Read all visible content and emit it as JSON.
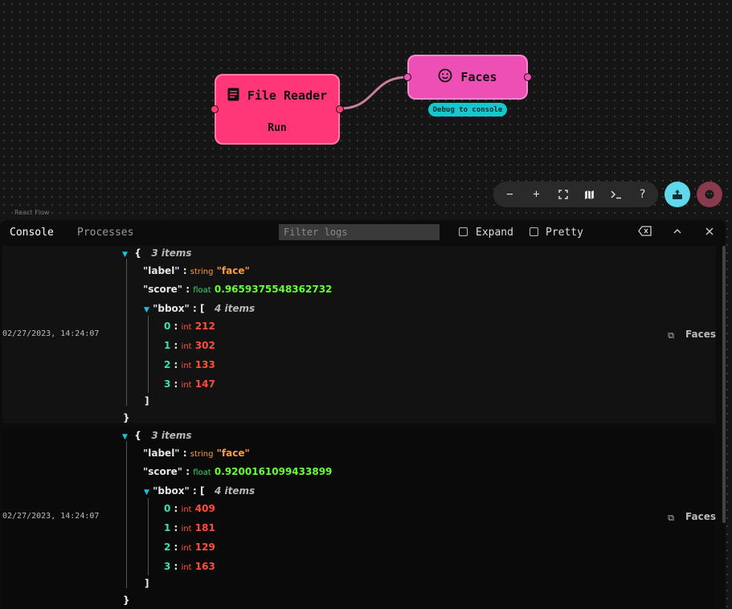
{
  "canvas": {
    "attribution": "React Flow",
    "nodes": {
      "file_reader": {
        "title": "File Reader",
        "action": "Run",
        "icon": "document-icon"
      },
      "faces": {
        "title": "Faces",
        "badge": "Debug to console",
        "icon": "smiley-icon"
      }
    },
    "toolbar": [
      "zoom-out-icon",
      "zoom-in-icon",
      "fit-view-icon",
      "minimap-icon",
      "terminal-icon",
      "help-icon"
    ],
    "colors": {
      "file_reader": "#ff3677",
      "faces": "#ee4fb4",
      "badge": "#14c8cf",
      "share": "#5fd8ec",
      "avatar": "#8a3a4d"
    }
  },
  "console": {
    "tabs": [
      "Console",
      "Processes"
    ],
    "filter_placeholder": "Filter logs",
    "expand_label": "Expand",
    "pretty_label": "Pretty",
    "logs": [
      {
        "timestamp": "02/27/2023, 14:24:07",
        "source": "Faces",
        "item_count": "3 items",
        "label": "\"face\"",
        "score": "0.9659375548362732",
        "bbox_count": "4 items",
        "bbox": [
          "212",
          "302",
          "133",
          "147"
        ]
      },
      {
        "timestamp": "02/27/2023, 14:24:07",
        "source": "Faces",
        "item_count": "3 items",
        "label": "\"face\"",
        "score": "0.9200161099433899",
        "bbox_count": "4 items",
        "bbox": [
          "409",
          "181",
          "129",
          "163"
        ]
      }
    ],
    "labels": {
      "open_brace": "{",
      "close_brace": "}",
      "open_bracket": "[",
      "close_bracket": "]",
      "key_label": "\"label\"",
      "key_score": "\"score\"",
      "key_bbox": "\"bbox\"",
      "type_string": "string",
      "type_float": "float",
      "type_int": "int",
      "colon": ":",
      "idx": [
        "0",
        "1",
        "2",
        "3"
      ]
    }
  }
}
